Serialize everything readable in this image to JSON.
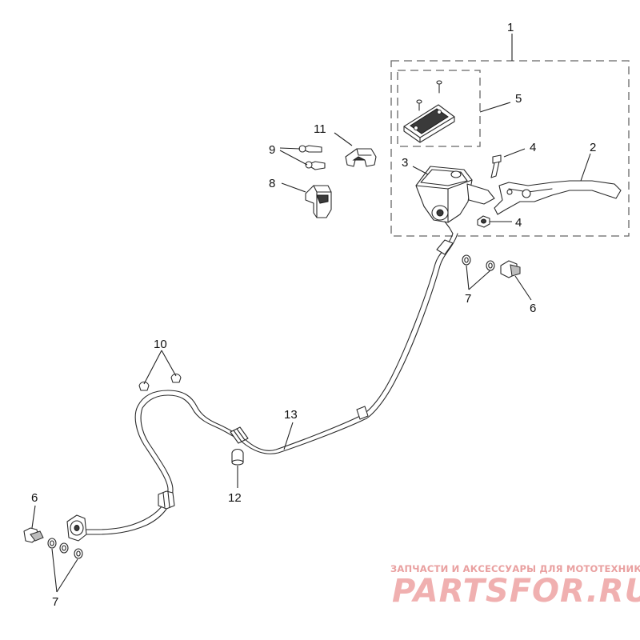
{
  "callouts": {
    "c1": "1",
    "c2": "2",
    "c3": "3",
    "c4a": "4",
    "c4b": "4",
    "c5": "5",
    "c6a": "6",
    "c6b": "6",
    "c7a": "7",
    "c7b": "7",
    "c8": "8",
    "c9": "9",
    "c10": "10",
    "c11": "11",
    "c12": "12",
    "c13": "13"
  },
  "watermark": {
    "tagline": "ЗАПЧАСТИ И АКСЕССУАРЫ ДЛЯ МОТОТЕХНИКИ",
    "logo": "PARTSFOR.RU",
    "color": "#f0b0b0"
  }
}
